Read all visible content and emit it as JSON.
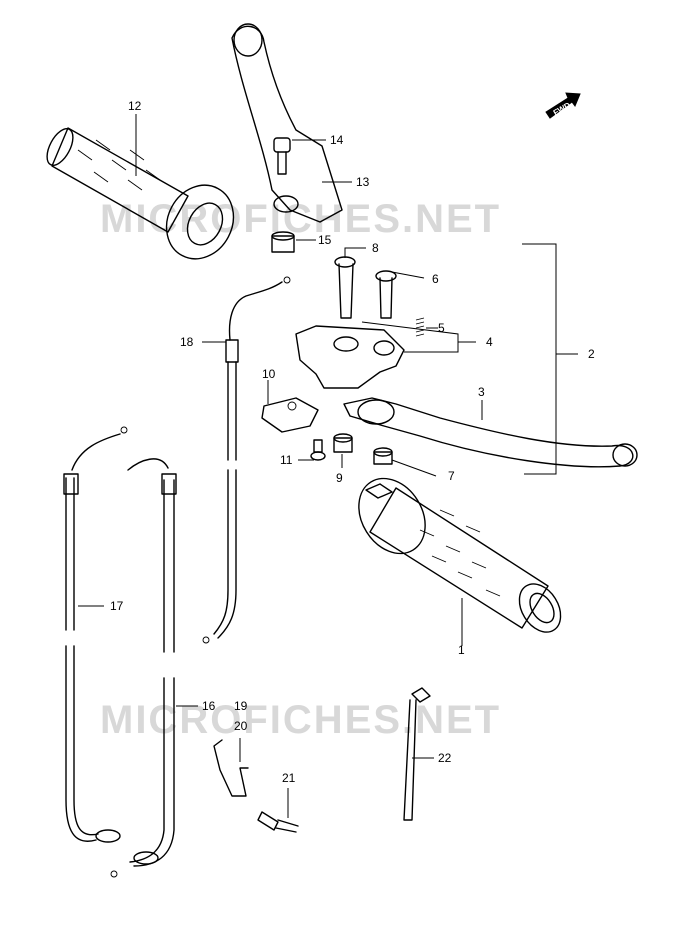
{
  "watermark": "MICROFICHES.NET",
  "direction_badge": "FWD",
  "callouts": {
    "p1": "1",
    "p2": "2",
    "p3": "3",
    "p4": "4",
    "p5": "5",
    "p6": "6",
    "p7": "7",
    "p8": "8",
    "p9": "9",
    "p10": "10",
    "p11": "11",
    "p12": "12",
    "p13": "13",
    "p14": "14",
    "p15": "15",
    "p16": "16",
    "p17": "17",
    "p18": "18",
    "p19": "19",
    "p20": "20",
    "p21": "21",
    "p22": "22"
  }
}
